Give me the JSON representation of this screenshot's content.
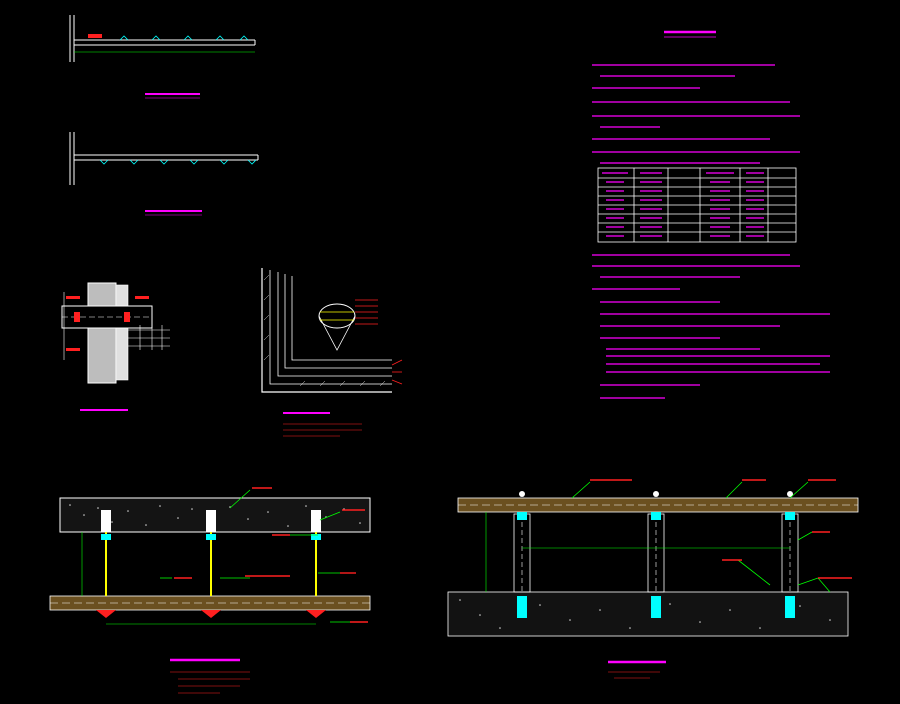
{
  "canvas": {
    "background": "#000000"
  },
  "colors": {
    "line": "#ffffff",
    "text": "#ff00ff",
    "title": "#ff00ff",
    "red": "#ff2020",
    "green": "#00ff00",
    "cyan": "#00ffff",
    "yellow": "#ffff00",
    "concrete": "#c8c8c8"
  },
  "drawing": {
    "general_notes_title": "管道安装设计说明",
    "table_rows": 8,
    "table_cols": 6
  }
}
